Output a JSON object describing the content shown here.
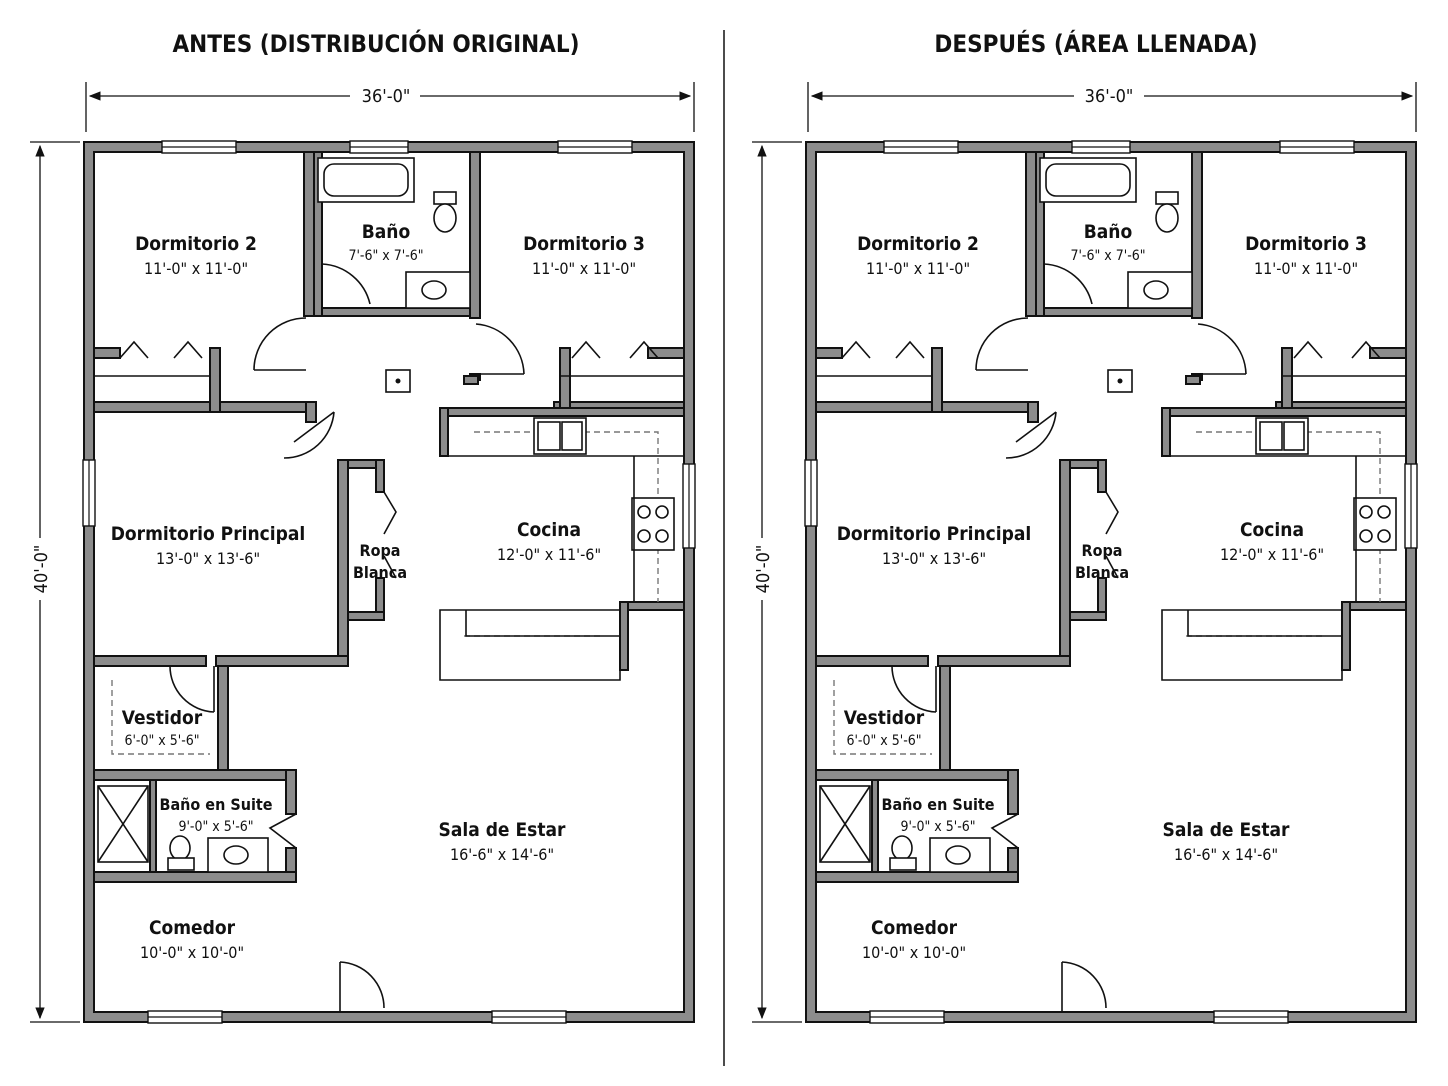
{
  "plans": [
    {
      "title": "ANTES (DISTRIBUCIÓN ORIGINAL)",
      "width_label": "36'-0\"",
      "depth_label": "40'-0\"",
      "rooms": {
        "dorm2": {
          "name": "Dormitorio 2",
          "size": "11'-0\" x 11'-0\""
        },
        "bano": {
          "name": "Baño",
          "size": "7'-6\" x 7'-6\""
        },
        "dorm3": {
          "name": "Dormitorio 3",
          "size": "11'-0\" x 11'-0\""
        },
        "princ": {
          "name": "Dormitorio Principal",
          "size": "13'-0\" x 13'-6\""
        },
        "ropa": {
          "name": "Ropa",
          "name2": "Blanca"
        },
        "cocina": {
          "name": "Cocina",
          "size": "12'-0\" x 11'-6\""
        },
        "vestidor": {
          "name": "Vestidor",
          "size": "6'-0\" x 5'-6\""
        },
        "suite": {
          "name": "Baño en Suite",
          "size": "9'-0\" x 5'-6\""
        },
        "sala": {
          "name": "Sala de Estar",
          "size": "16'-6\" x 14'-6\""
        },
        "comedor": {
          "name": "Comedor",
          "size": "10'-0\" x 10'-0\""
        }
      }
    },
    {
      "title": "DESPUÉS (ÁREA LLENADA)",
      "width_label": "36'-0\"",
      "depth_label": "40'-0\"",
      "rooms": {
        "dorm2": {
          "name": "Dormitorio 2",
          "size": "11'-0\" x 11'-0\""
        },
        "bano": {
          "name": "Baño",
          "size": "7'-6\" x 7'-6\""
        },
        "dorm3": {
          "name": "Dormitorio 3",
          "size": "11'-0\" x 11'-0\""
        },
        "princ": {
          "name": "Dormitorio Principal",
          "size": "13'-0\" x 13'-6\""
        },
        "ropa": {
          "name": "Ropa",
          "name2": "Blanca"
        },
        "cocina": {
          "name": "Cocina",
          "size": "12'-0\" x 11'-6\""
        },
        "vestidor": {
          "name": "Vestidor",
          "size": "6'-0\" x 5'-6\""
        },
        "suite": {
          "name": "Baño en Suite",
          "size": "9'-0\" x 5'-6\""
        },
        "sala": {
          "name": "Sala de Estar",
          "size": "16'-6\" x 14'-6\""
        },
        "comedor": {
          "name": "Comedor",
          "size": "10'-0\" x 10'-0\""
        }
      }
    }
  ]
}
